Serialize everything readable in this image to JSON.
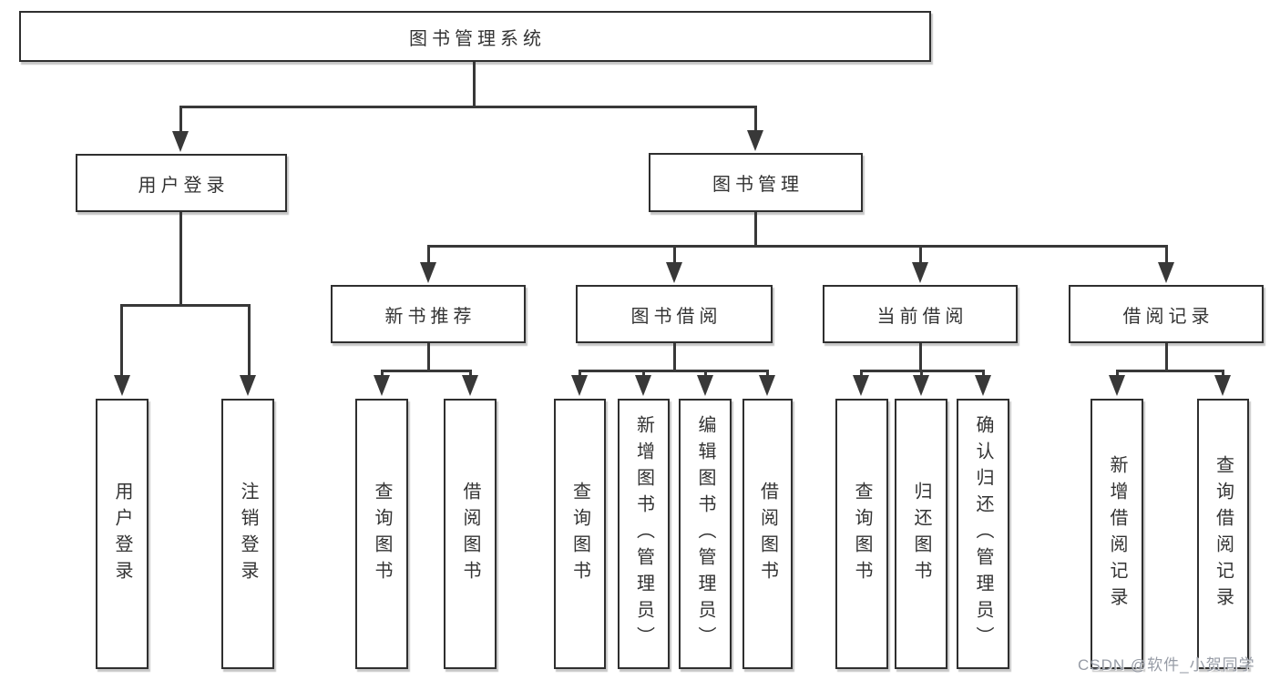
{
  "diagram_title": "图书管理系统",
  "nodes": {
    "root": "图书管理系统",
    "user_login": "用户登录",
    "book_mgmt": "图书管理",
    "new_book_rec": "新书推荐",
    "book_borrow": "图书借阅",
    "current_borrow": "当前借阅",
    "borrow_record": "借阅记录",
    "leaf_login": "用户登录",
    "leaf_logout": "注销登录",
    "leaf_rec_query": "查询图书",
    "leaf_rec_borrow": "借阅图书",
    "leaf_bb_query": "查询图书",
    "leaf_bb_add": "新增图书（管理员）",
    "leaf_bb_edit": "编辑图书（管理员）",
    "leaf_bb_borrow": "借阅图书",
    "leaf_cb_query": "查询图书",
    "leaf_cb_return": "归还图书",
    "leaf_cb_confirm": "确认归还（管理员）",
    "leaf_br_add": "新增借阅记录",
    "leaf_br_query": "查询借阅记录"
  },
  "hierarchy": {
    "图书管理系统": [
      "用户登录",
      "图书管理"
    ],
    "用户登录": [
      "用户登录",
      "注销登录"
    ],
    "图书管理": [
      "新书推荐",
      "图书借阅",
      "当前借阅",
      "借阅记录"
    ],
    "新书推荐": [
      "查询图书",
      "借阅图书"
    ],
    "图书借阅": [
      "查询图书",
      "新增图书（管理员）",
      "编辑图书（管理员）",
      "借阅图书"
    ],
    "当前借阅": [
      "查询图书",
      "归还图书",
      "确认归还（管理员）"
    ],
    "借阅记录": [
      "新增借阅记录",
      "查询借阅记录"
    ]
  },
  "watermark": {
    "text": "CSDN @软件_小贺同学"
  },
  "colors": {
    "line": "#383838",
    "box_border": "#2f2f2f",
    "box_bg": "#ffffff",
    "text": "#333333",
    "watermark": "#979ca6"
  }
}
